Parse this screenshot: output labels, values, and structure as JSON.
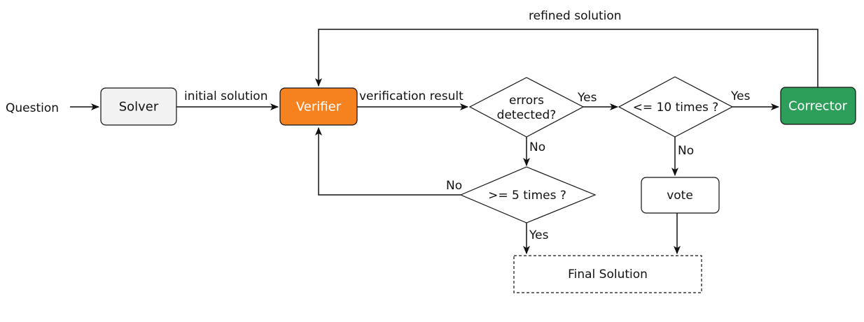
{
  "input_label": "Question",
  "nodes": {
    "solver": {
      "label": "Solver",
      "fill": "#f2f2f2",
      "text_color": "#111111"
    },
    "verifier": {
      "label": "Verifier",
      "fill": "#f5821f",
      "text_color": "#ffffff"
    },
    "errors": {
      "line1": "errors",
      "line2": "detected?"
    },
    "max10": {
      "label": "<= 10 times ?"
    },
    "corrector": {
      "label": "Corrector",
      "fill": "#2e9e5b",
      "text_color": "#ffffff"
    },
    "max5": {
      "label": ">= 5 times ?"
    },
    "vote": {
      "label": "vote"
    },
    "final": {
      "label": "Final Solution"
    }
  },
  "edges": {
    "initial_solution": "initial solution",
    "verification_result": "verification result",
    "refined_solution": "refined solution",
    "errors_yes": "Yes",
    "errors_no": "No",
    "max10_yes": "Yes",
    "max10_no": "No",
    "max5_no": "No",
    "max5_yes": "Yes"
  }
}
